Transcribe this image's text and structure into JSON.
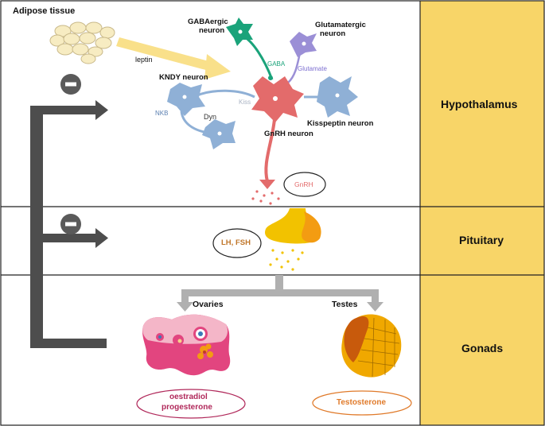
{
  "regions": {
    "hypothalamus": "Hypothalamus",
    "pituitary": "Pituitary",
    "gonads": "Gonads"
  },
  "labels": {
    "adipose_tissue": "Adipose tissue",
    "leptin": "leptin",
    "gabaergic_neuron_line1": "GABAergic",
    "gabaergic_neuron_line2": "neuron",
    "glutamatergic_neuron_line1": "Glutamatergic",
    "glutamatergic_neuron_line2": "neuron",
    "gaba": "GABA",
    "glutamate": "Glutamate",
    "kndy_neuron": "KNDY neuron",
    "kiss": "Kiss",
    "nkb": "NKB",
    "dyn": "Dyn",
    "gnrh_neuron": "GnRH neuron",
    "kisspeptin_neuron": "Kisspeptin neuron",
    "gnrh": "GnRH",
    "lh_fsh": "LH, FSH",
    "ovaries": "Ovaries",
    "testes": "Testes",
    "oestradiol": "oestradiol",
    "progesterone": "progesterone",
    "testosterone": "Testosterone"
  },
  "colors": {
    "side_panel": "#f8d568",
    "feedback_arrow": "#4d4d4d",
    "inhibition_badge": "#5a5a5a",
    "leptin_arrow": "#f9e08a",
    "gaba_neuron": "#1aa37a",
    "glutamate_neuron": "#9b8fd6",
    "kisspeptin_neuron": "#8fb0d6",
    "gnrh_neuron": "#e36b6b",
    "pituitary": "#f2c200",
    "gonad_arrow": "#b0b0b0",
    "ovary": "#e2457f",
    "testis": "#f0a800",
    "oestradiol_border": "#b0285a",
    "testosterone_border": "#e07a2a"
  },
  "icons": {
    "inhibition": "minus-circle-icon"
  }
}
